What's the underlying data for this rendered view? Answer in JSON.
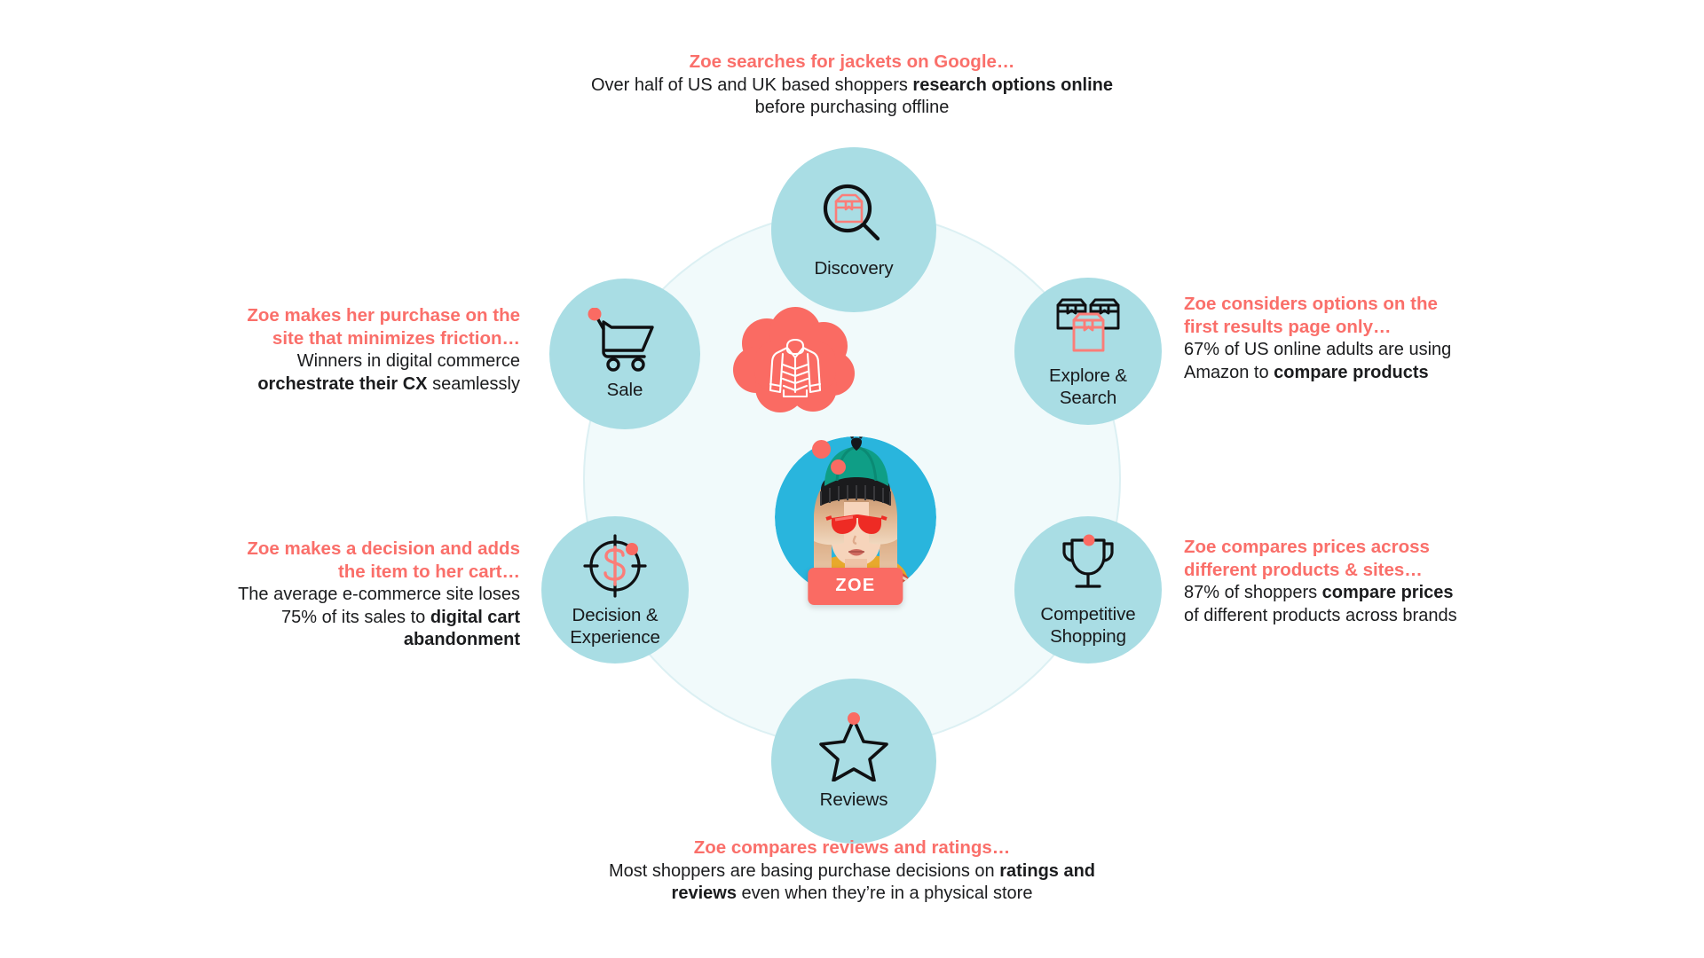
{
  "theme": {
    "coral": "#fa6b63",
    "bubble_blue": "#a9dde4",
    "ring_bg": "#f1fafb",
    "ring_stroke": "#dcf0f3",
    "text_dark": "#18191b",
    "white": "#ffffff"
  },
  "persona": {
    "name": "ZOE",
    "thought_icon": "puffer-jacket-icon",
    "avatar_alt": "Zoe wearing a teal beanie and red cat-eye sunglasses"
  },
  "nodes": [
    {
      "id": "discovery",
      "label": "Discovery",
      "icon": "magnifier-box-icon"
    },
    {
      "id": "explore",
      "label": "Explore &\nSearch",
      "icon": "three-boxes-icon"
    },
    {
      "id": "competitive",
      "label": "Competitive\nShopping",
      "icon": "trophy-icon"
    },
    {
      "id": "reviews",
      "label": "Reviews",
      "icon": "star-icon"
    },
    {
      "id": "decision",
      "label": "Decision &\nExperience",
      "icon": "target-dollar-icon"
    },
    {
      "id": "sale",
      "label": "Sale",
      "icon": "shopping-cart-icon"
    }
  ],
  "callouts": {
    "discovery": {
      "title": "Zoe searches for jackets on Google…",
      "body_pre": "Over half of US and UK based shoppers ",
      "body_bold": "research options online",
      "body_post": " before purchasing offline"
    },
    "explore": {
      "title": "Zoe considers options on the first results page only…",
      "body_pre": "67% of US online adults are using Amazon to ",
      "body_bold": "compare products",
      "body_post": ""
    },
    "competitive": {
      "title": "Zoe compares prices across different products & sites…",
      "body_pre": "87% of shoppers ",
      "body_bold": "compare prices",
      "body_post": " of different products across brands"
    },
    "reviews": {
      "title": "Zoe compares reviews and ratings…",
      "body_pre": "Most shoppers are basing purchase decisions on ",
      "body_bold": "ratings and reviews",
      "body_post": " even when they’re in a physical store"
    },
    "decision": {
      "title": "Zoe makes a decision and adds the item to her cart…",
      "body_pre": "The average e-commerce site loses 75% of its sales to ",
      "body_bold": "digital cart abandonment",
      "body_post": ""
    },
    "sale": {
      "title": "Zoe makes her purchase on the site that minimizes friction…",
      "body_pre": "Winners in digital commerce ",
      "body_bold": "orchestrate their CX",
      "body_post": " seamlessly"
    }
  }
}
